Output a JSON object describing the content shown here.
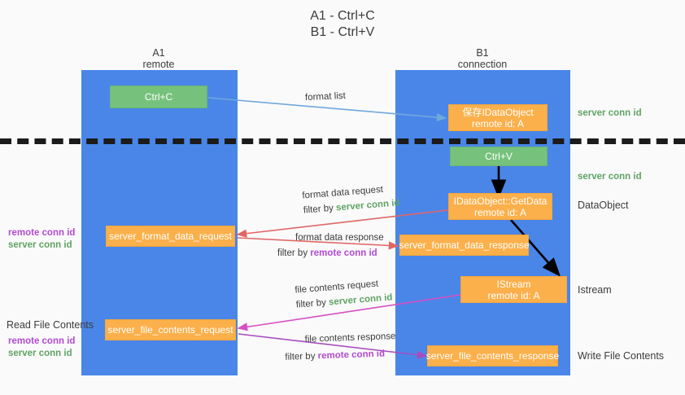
{
  "title": "A1 - Ctrl+C\nB1 - Ctrl+V",
  "lanes": [
    {
      "id": "a1",
      "name": "A1",
      "sub": "remote",
      "color": "#4a86e8"
    },
    {
      "id": "b1",
      "name": "B1",
      "sub": "connection",
      "color": "#4a86e8"
    }
  ],
  "nodes": {
    "ctrl_c": {
      "line1": "Ctrl+C",
      "line2": "",
      "color": "#76c27c"
    },
    "save_idataobject": {
      "line1": "保存IDataObject",
      "line2": "remote id: A",
      "color": "#fbb04b"
    },
    "ctrl_v": {
      "line1": "Ctrl+V",
      "line2": "",
      "color": "#76c27c"
    },
    "getdata": {
      "line1": "IDataObject::GetData",
      "line2": "remote id: A",
      "color": "#fbb04b"
    },
    "istream": {
      "line1": "IStream",
      "line2": "remote id: A",
      "color": "#fbb04b"
    },
    "fmt_req": {
      "line1": "server_format_data_request",
      "line2": "",
      "color": "#fbb04b"
    },
    "fmt_resp": {
      "line1": "server_format_data_response",
      "line2": "",
      "color": "#fbb04b"
    },
    "file_req": {
      "line1": "server_file_contents_request",
      "line2": "",
      "color": "#fbb04b"
    },
    "file_resp": {
      "line1": "server_file_contents_response",
      "line2": "",
      "color": "#fbb04b"
    }
  },
  "edges": {
    "format_list": {
      "label": "format list"
    },
    "fmt_data_req": {
      "label": "format data request",
      "filter_prefix": "filter by ",
      "filter_value": "server conn id",
      "filter_kind": "server"
    },
    "fmt_data_resp": {
      "label": "format data response",
      "filter_prefix": "filter by ",
      "filter_value": "remote conn id",
      "filter_kind": "remote"
    },
    "file_contents_req": {
      "label": "file contents request",
      "filter_prefix": "filter by ",
      "filter_value": "server conn id",
      "filter_kind": "server"
    },
    "file_contents_resp": {
      "label": "file contents response",
      "filter_prefix": "filter by ",
      "filter_value": "remote conn id",
      "filter_kind": "remote"
    }
  },
  "right_tags": {
    "server_conn_id_1": "server conn id",
    "server_conn_id_2": "server conn id",
    "dataobject": "DataObject",
    "istream": "Istream",
    "write_file_contents": "Write File Contents"
  },
  "left_tags": {
    "read_file_contents": "Read File Contents",
    "remote_conn_id_1": "remote conn id",
    "server_conn_id_1": "server conn id",
    "remote_conn_id_2": "remote conn id",
    "server_conn_id_2": "server conn id"
  },
  "colors": {
    "lane": "#4a86e8",
    "green": "#76c27c",
    "orange": "#fbb04b",
    "server_text": "#5fa463",
    "remote_text": "#b14bd1",
    "arrow_blue": "#6fa8dc",
    "arrow_red": "#e06666",
    "arrow_magenta": "#d64fc4",
    "arrow_purple": "#a64dbf",
    "arrow_black": "#000000",
    "background": "#fafafa"
  }
}
